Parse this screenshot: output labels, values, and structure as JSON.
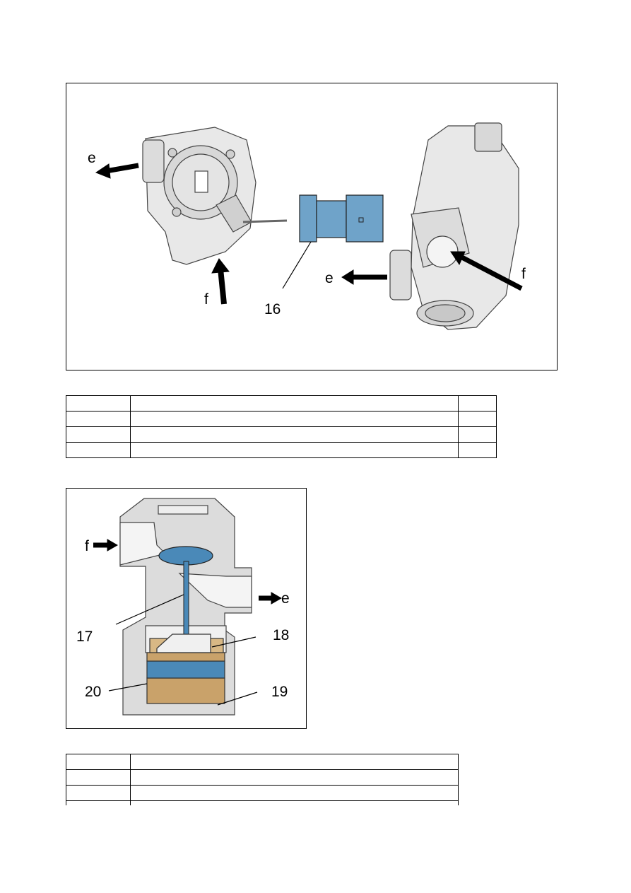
{
  "figure1": {
    "labels": {
      "exhaust_left": "e",
      "fresh_left": "f",
      "connector": "16",
      "exhaust_right": "e",
      "fresh_right": "f"
    },
    "colors": {
      "connector_blue": "#6fa3c9",
      "housing_gray": "#e6e6e6"
    }
  },
  "table1": {
    "rows": [
      [
        "",
        "",
        ""
      ],
      [
        "",
        "",
        ""
      ],
      [
        "",
        "",
        ""
      ],
      [
        "",
        "",
        ""
      ]
    ]
  },
  "figure2": {
    "labels": {
      "fresh": "f",
      "exhaust": "e",
      "valve_stem": "17",
      "part18": "18",
      "part19": "19",
      "part20": "20"
    },
    "colors": {
      "valve_blue": "#4a89b8",
      "magnet_tan": "#c9a26a",
      "housing_gray": "#dcdcdc"
    }
  },
  "table2": {
    "rows": [
      [
        "",
        ""
      ],
      [
        "",
        ""
      ],
      [
        "",
        ""
      ],
      [
        "",
        ""
      ]
    ]
  }
}
